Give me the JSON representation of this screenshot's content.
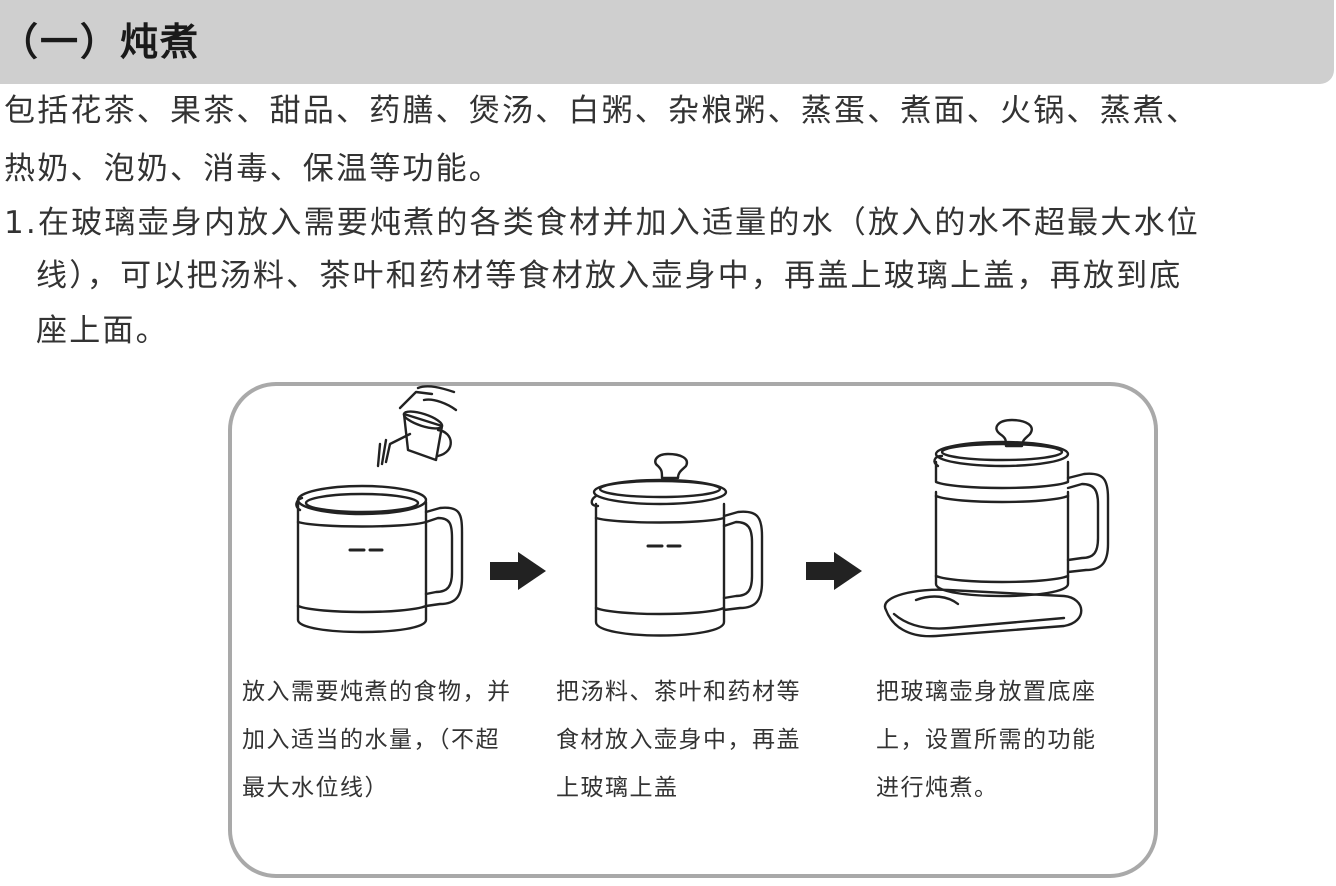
{
  "header": {
    "title": "（一）炖煮"
  },
  "intro": {
    "line1": "包括花茶、果茶、甜品、药膳、煲汤、白粥、杂粮粥、蒸蛋、煮面、火锅、蒸煮、",
    "line2": "热奶、泡奶、消毒、保温等功能。"
  },
  "step1": {
    "line1": "1.在玻璃壶身内放入需要炖煮的各类食材并加入适量的水（放入的水不超最大水位",
    "line2": "线），可以把汤料、茶叶和药材等食材放入壶身中，再盖上玻璃上盖，再放到底",
    "line3": "座上面。"
  },
  "figure": {
    "captions": [
      {
        "lines": [
          "放入需要炖煮的食物，并",
          "加入适当的水量，（不超",
          "最大水位线）"
        ]
      },
      {
        "lines": [
          "把汤料、茶叶和药材等",
          "食材放入壶身中，再盖",
          "上玻璃上盖"
        ]
      },
      {
        "lines": [
          "把玻璃壶身放置底座",
          "上，设置所需的功能",
          "进行炖煮。"
        ]
      }
    ],
    "icons": [
      "water-cup-icon",
      "open-pot-icon",
      "arrow-right-icon",
      "lidded-pot-icon",
      "arrow-right-icon",
      "pot-on-base-icon"
    ],
    "colors": {
      "header_bg": "#cfcfcf",
      "panel_border": "#a9a9a9",
      "line_art": "#222222"
    }
  }
}
